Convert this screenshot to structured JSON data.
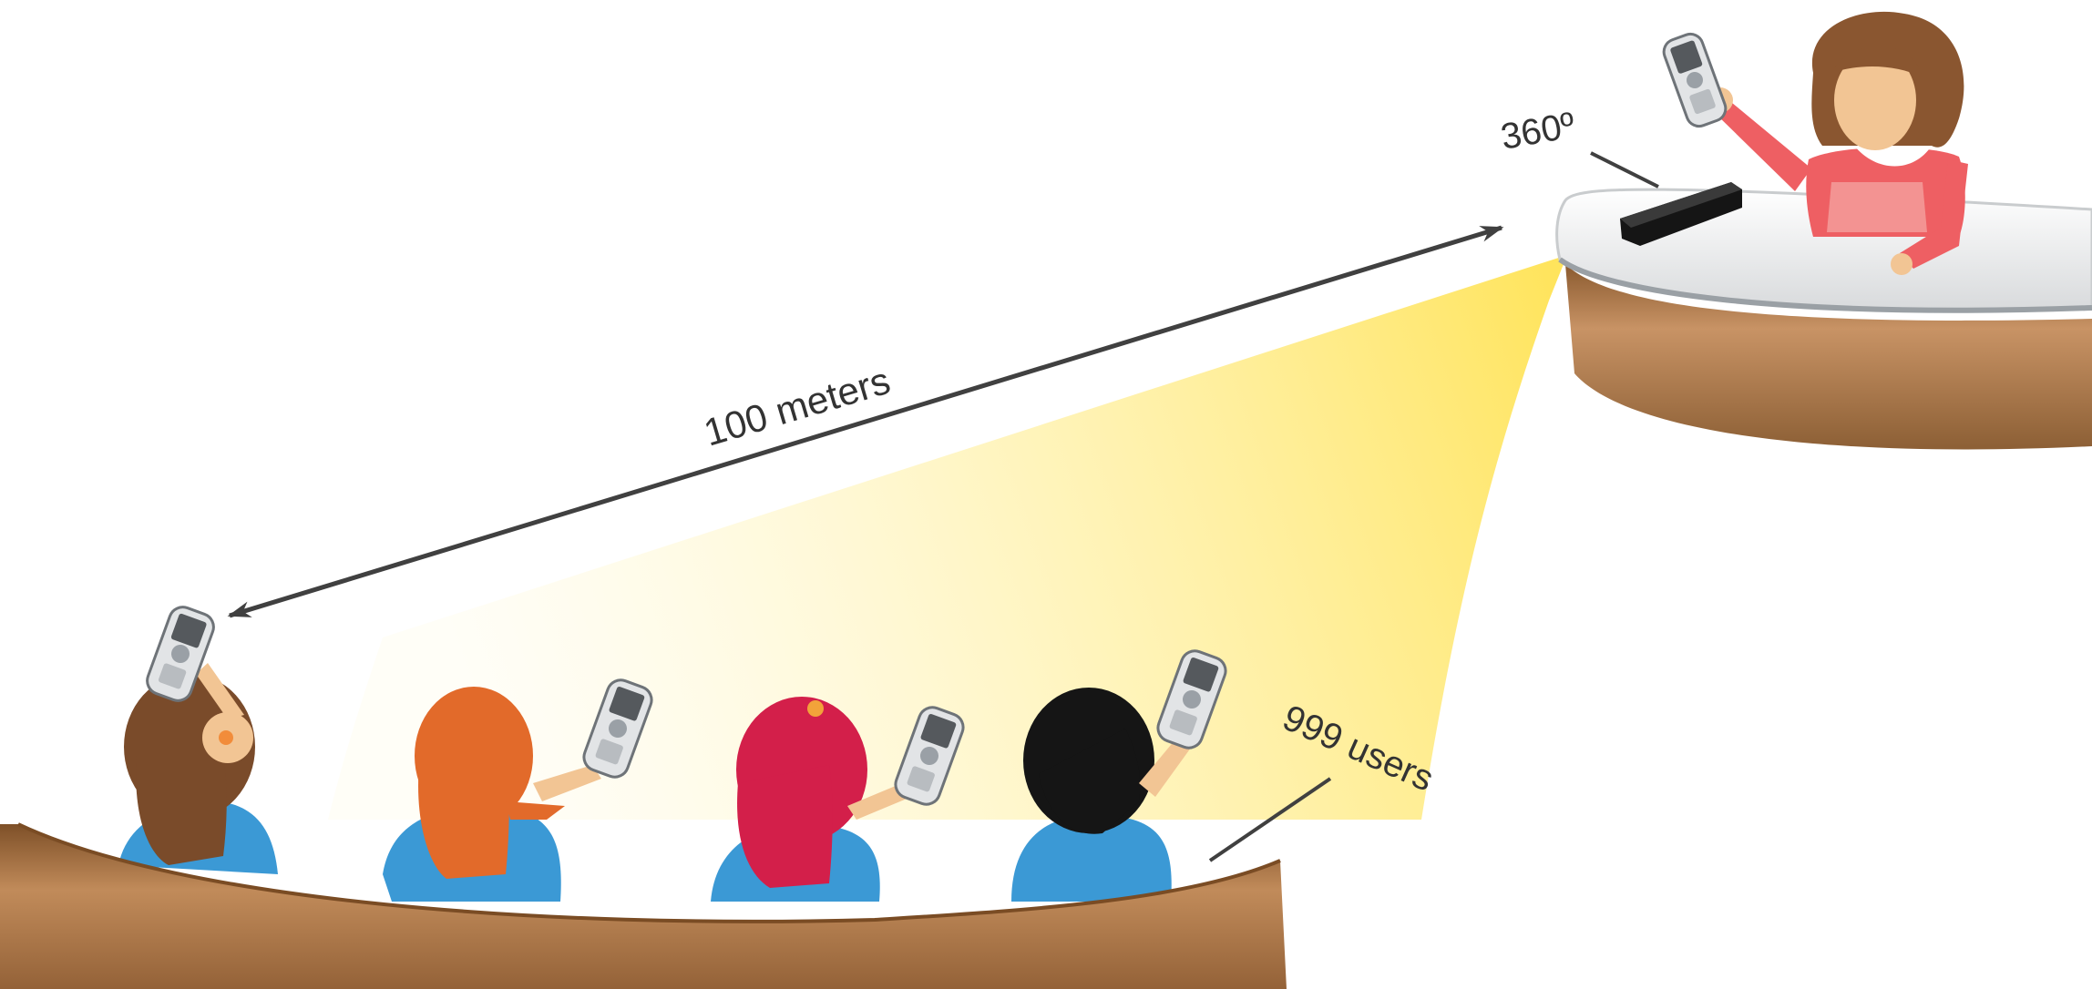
{
  "labels": {
    "angle": "360º",
    "distance": "100 meters",
    "users": "999 users"
  },
  "icons": {
    "presenter": "presenter-figure-icon",
    "student": "student-figure-icon",
    "clicker": "clicker-remote-icon",
    "receiver": "receiver-device-icon"
  },
  "colors": {
    "desk_wood": "#b27a47",
    "desk_top": "#f0f1f2",
    "beam": "#ffe45a",
    "arrow": "#404040",
    "shirt_blue": "#3b99d5",
    "presenter_shirt": "#ee5f63",
    "skin": "#f2c594"
  }
}
